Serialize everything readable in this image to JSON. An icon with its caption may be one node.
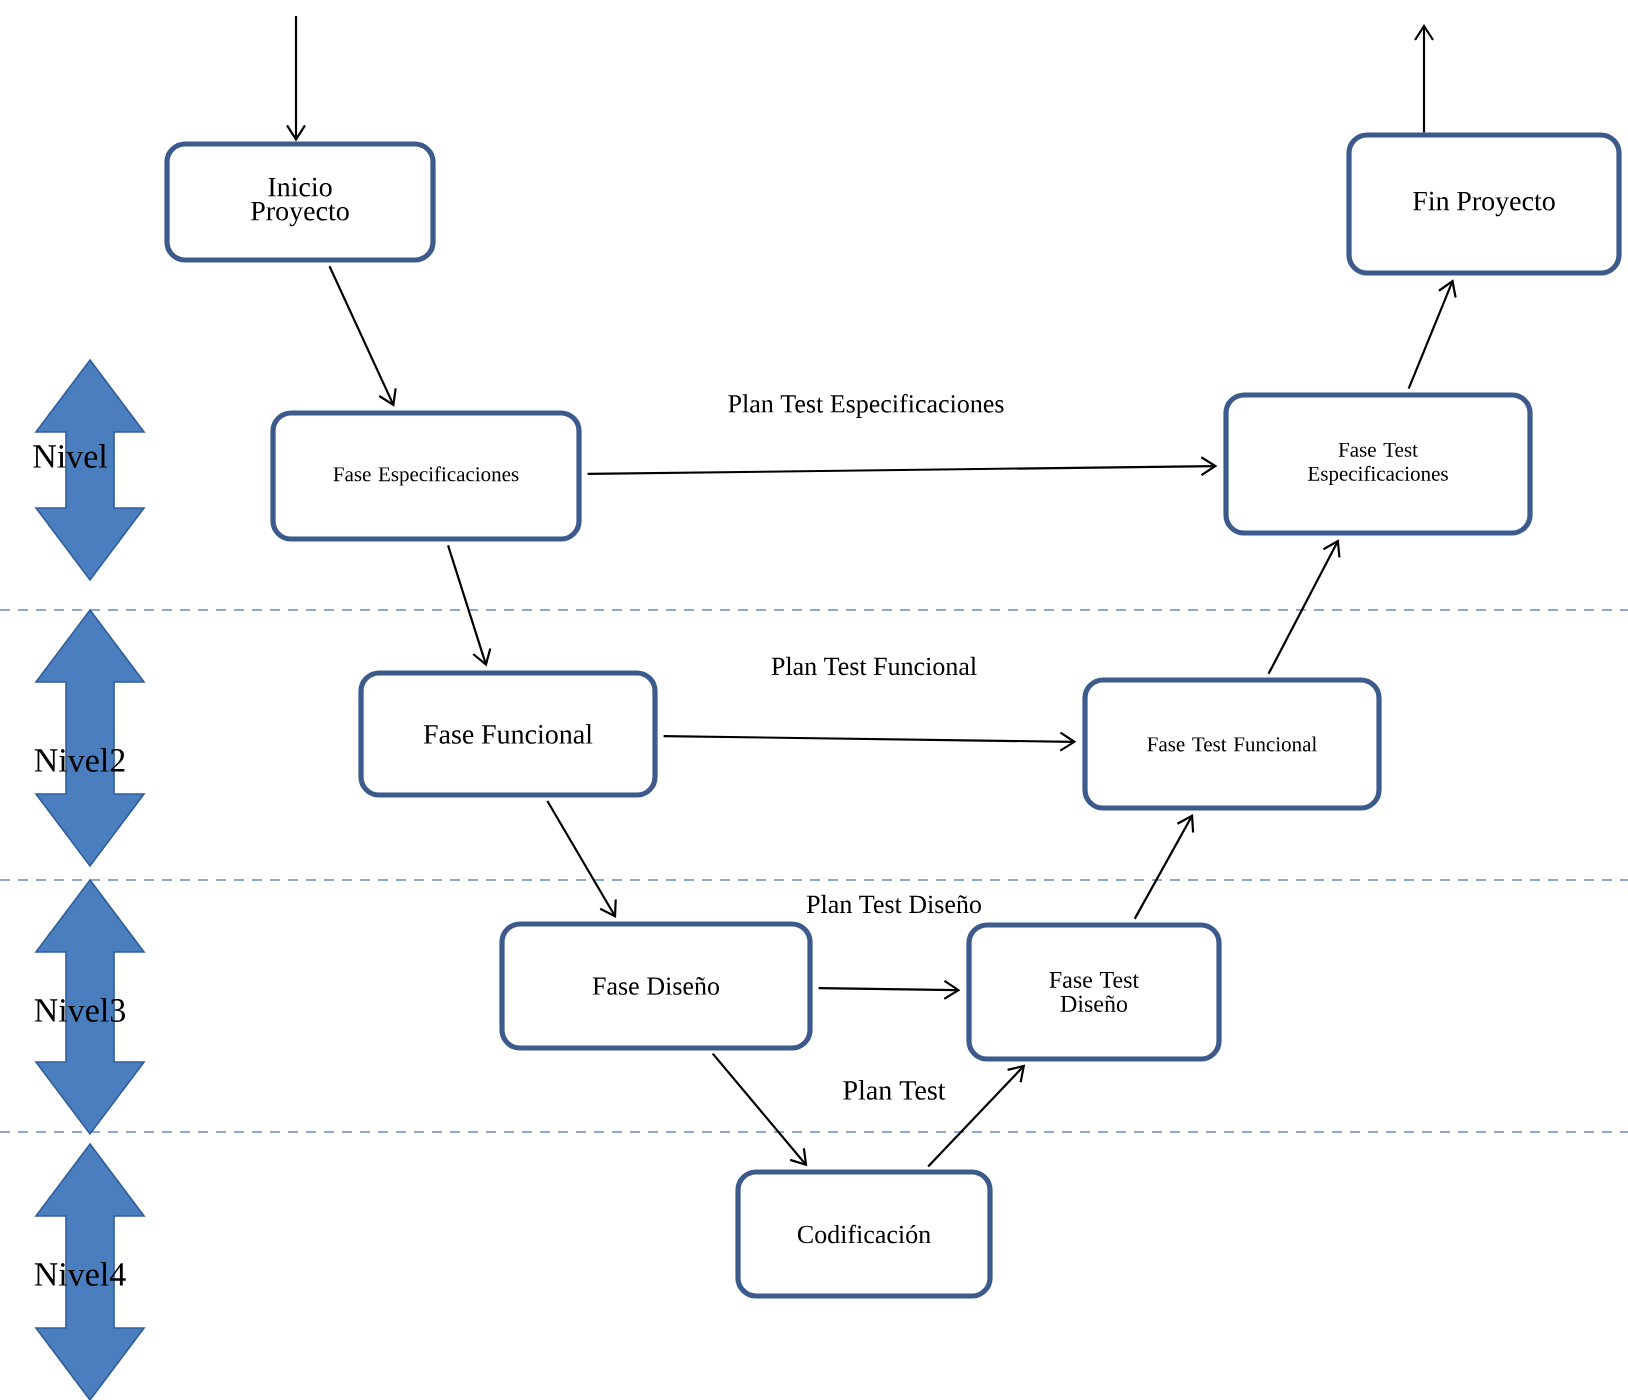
{
  "diagram": {
    "nodes": [
      {
        "text": [
          "Inicio Proyecto"
        ]
      },
      {
        "text": [
          "Fin Proyecto"
        ]
      },
      {
        "text": [
          "Fase Especificaciones"
        ]
      },
      {
        "text": [
          "Fase Test Especificaciones"
        ]
      },
      {
        "text": [
          "Fase Funcional"
        ]
      },
      {
        "text": [
          "Fase Test Funcional"
        ]
      },
      {
        "text": [
          "Fase Diseño"
        ]
      },
      {
        "text": [
          "Fase Test Diseño"
        ]
      },
      {
        "text": [
          "Codificación"
        ]
      }
    ],
    "edges": [
      {
        "from": null,
        "to": 0,
        "arrow": "to"
      },
      {
        "from": 0,
        "to": 2,
        "arrow": "to"
      },
      {
        "from": 2,
        "to": 4,
        "arrow": "to"
      },
      {
        "from": 4,
        "to": 6,
        "arrow": "to"
      },
      {
        "from": 6,
        "to": 8,
        "arrow": "to"
      },
      {
        "from": 8,
        "to": 7,
        "arrow": "to"
      },
      {
        "from": 7,
        "to": 5,
        "arrow": "to"
      },
      {
        "from": 5,
        "to": 3,
        "arrow": "to"
      },
      {
        "from": 3,
        "to": 1,
        "arrow": "to"
      },
      {
        "from": 1,
        "to": null,
        "arrow": "to"
      },
      {
        "from": 2,
        "to": 3,
        "arrow": "to",
        "label": "Plan Test Especificaciones"
      },
      {
        "from": 4,
        "to": 5,
        "arrow": "to",
        "label": "Plan Test Funcional"
      },
      {
        "from": 6,
        "to": 7,
        "arrow": "to",
        "label": "Plan Test Diseño"
      }
    ],
    "labels": [
      "Nivel",
      "Nivel2",
      "Nivel3",
      "Plan Test",
      "Nivel4"
    ]
  }
}
